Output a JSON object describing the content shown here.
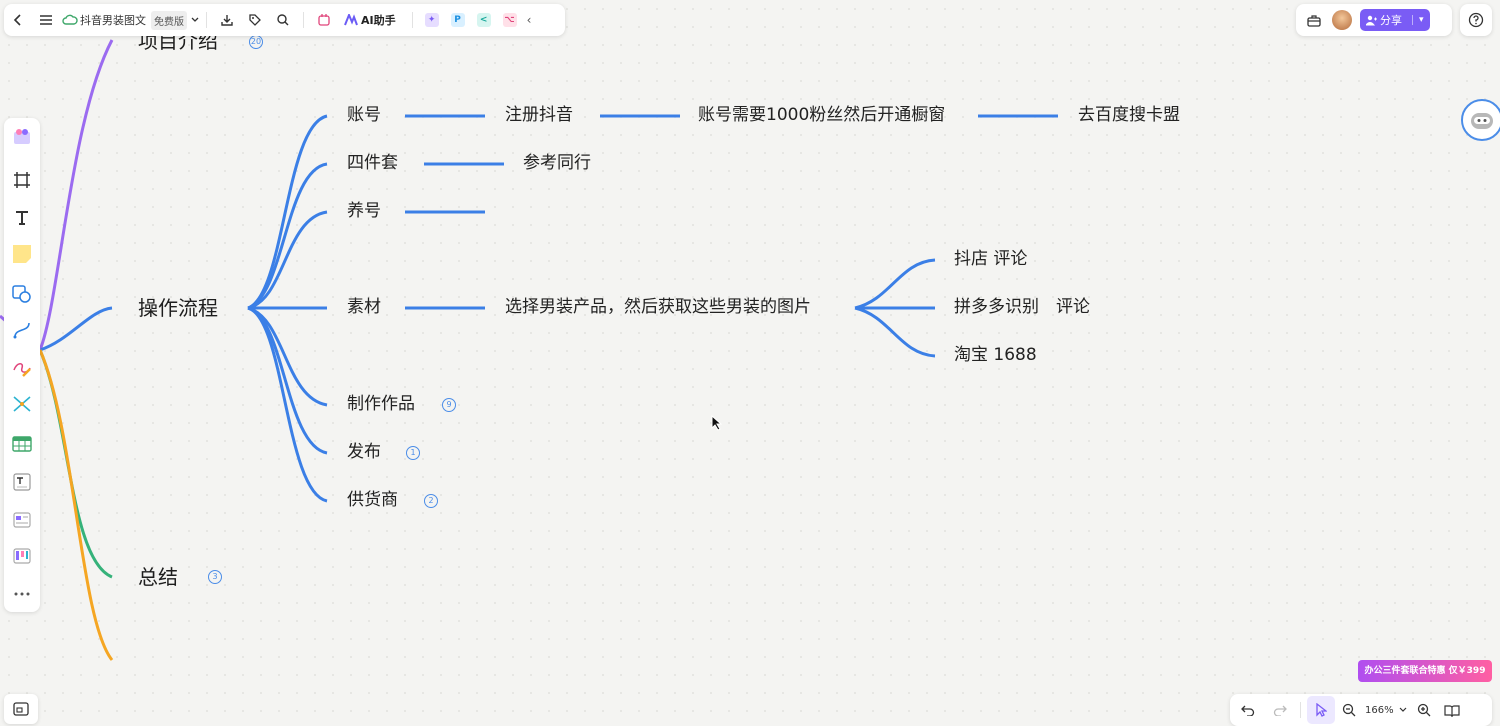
{
  "toolbar": {
    "doc_title": "抖音男装图文",
    "edition": "免费版",
    "ai_label": "AI助手",
    "more_label": "‹"
  },
  "share": {
    "label": "分享"
  },
  "zoom": {
    "level": "166%"
  },
  "promo": {
    "text": "办公三件套联合特惠 仅￥399"
  },
  "mindmap": {
    "level1": [
      {
        "label": "项目介绍",
        "count": "20"
      },
      {
        "label": "操作流程"
      },
      {
        "label": "总结",
        "count": "3"
      }
    ],
    "level2": [
      {
        "label": "账号"
      },
      {
        "label": "四件套"
      },
      {
        "label": "养号"
      },
      {
        "label": "素材"
      },
      {
        "label": "制作作品",
        "count": "9"
      },
      {
        "label": "发布",
        "count": "1"
      },
      {
        "label": "供货商",
        "count": "2"
      }
    ],
    "account_chain": [
      "注册抖音",
      "账号需要1000粉丝然后开通橱窗",
      "去百度搜卡盟"
    ],
    "four_set_chain": [
      "参考同行"
    ],
    "material_chain": "选择男装产品，然后获取这些男装的图片",
    "material_sources": [
      "抖店 评论",
      "拼多多识别　评论",
      "淘宝  1688"
    ]
  },
  "colors": {
    "branch_blue": "#3b7fe6",
    "branch_purple": "#9b6bf0",
    "branch_green": "#35b27a",
    "branch_orange": "#f5a623",
    "accent": "#7a5cf5"
  }
}
